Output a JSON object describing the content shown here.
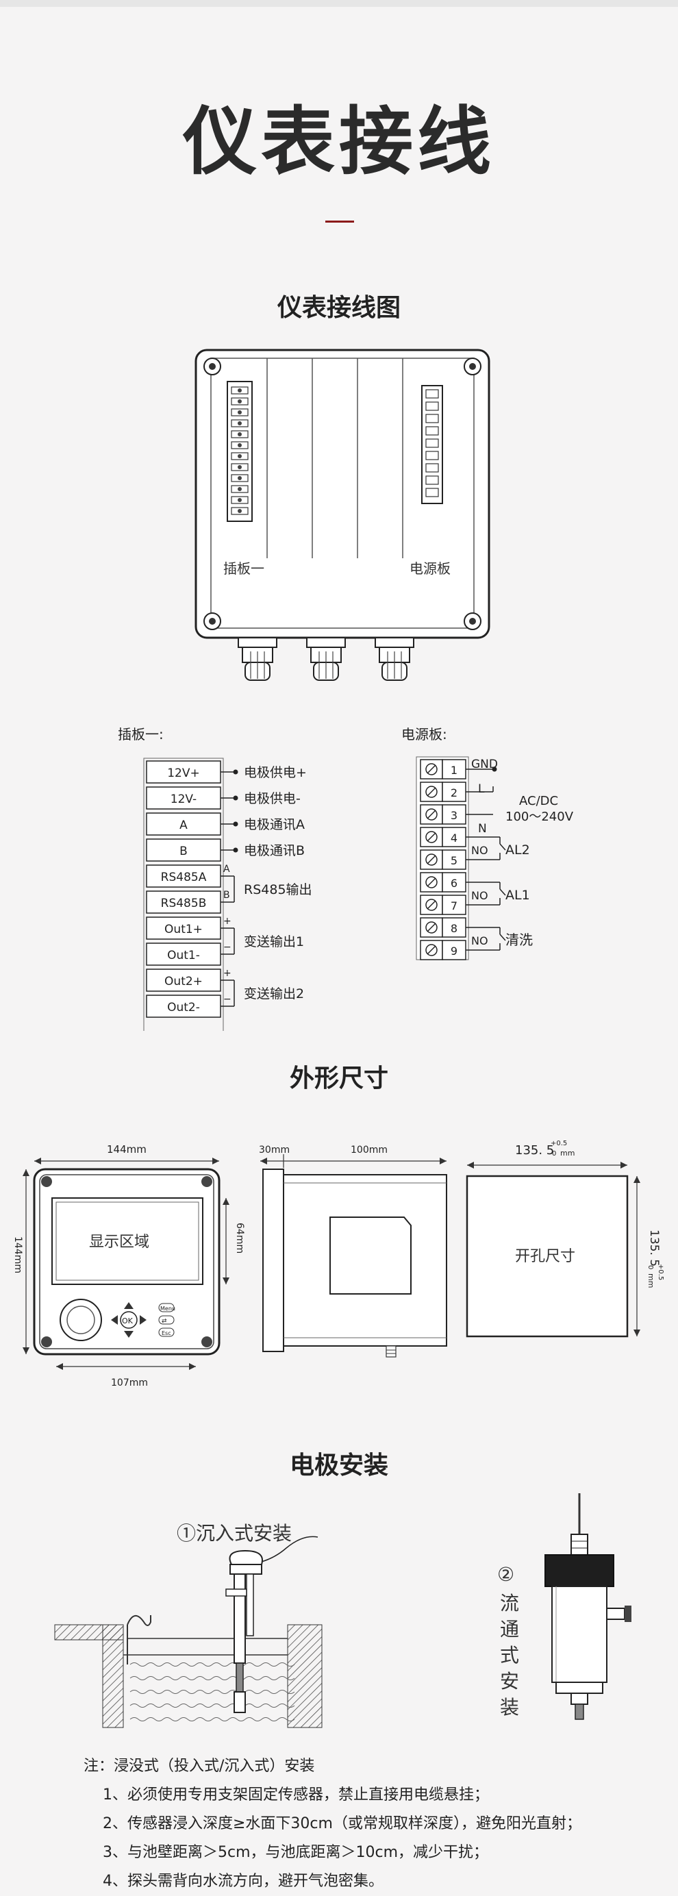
{
  "title": "仪表接线",
  "sections": {
    "wiring": "仪表接线图",
    "dims": "外形尺寸",
    "install": "电极安装"
  },
  "device": {
    "panel1": "插板一",
    "power_board": "电源板"
  },
  "board1": {
    "title": "插板一:",
    "terminals": [
      "12V+",
      "12V-",
      "A",
      "B",
      "RS485A",
      "RS485B",
      "Out1+",
      "Out1-",
      "Out2+",
      "Out2-"
    ],
    "signals": [
      "电极供电+",
      "电极供电-",
      "电极通讯A",
      "电极通讯B",
      "RS485输出",
      "变送输出1",
      "变送输出2"
    ],
    "pin_marks": [
      "A",
      "B",
      "+",
      "−",
      "+",
      "−"
    ]
  },
  "power": {
    "title": "电源板:",
    "numbers": [
      "1",
      "2",
      "3",
      "4",
      "5",
      "6",
      "7",
      "8",
      "9"
    ],
    "gnd": "GND",
    "l": "L",
    "n": "N",
    "acdc": "AC/DC",
    "voltage": "100～240V",
    "no": "NO",
    "al2": "AL2",
    "al1": "AL1",
    "wash": "清洗"
  },
  "dims": {
    "w144": "144mm",
    "h144": "144mm",
    "d64": "64mm",
    "w107": "107mm",
    "display": "显示区域",
    "keys": {
      "ok": "OK",
      "menu": "Menu",
      "shift": "⇄",
      "esc": "Esc"
    },
    "d30": "30mm",
    "d100": "100mm",
    "cut_w": "135. 5",
    "cut_h": "135. 5",
    "tol_top": "+0.5",
    "tol_bot": "0",
    "mm": "mm",
    "cutout": "开孔尺寸"
  },
  "install": {
    "immersion": "①沉入式安装",
    "flow_num": "②",
    "flow_chars": [
      "流",
      "通",
      "式",
      "安",
      "装"
    ]
  },
  "notes": {
    "head": "注：浸没式（投入式/沉入式）安装",
    "items": [
      "1、必须使用专用支架固定传感器，禁止直接用电缆悬挂；",
      "2、传感器浸入深度≥水面下30cm（或常规取样深度），避免阳光直射；",
      "3、与池壁距离＞5cm，与池底距离＞10cm，减少干扰；",
      "4、探头需背向水流方向，避开气泡密集。"
    ]
  }
}
